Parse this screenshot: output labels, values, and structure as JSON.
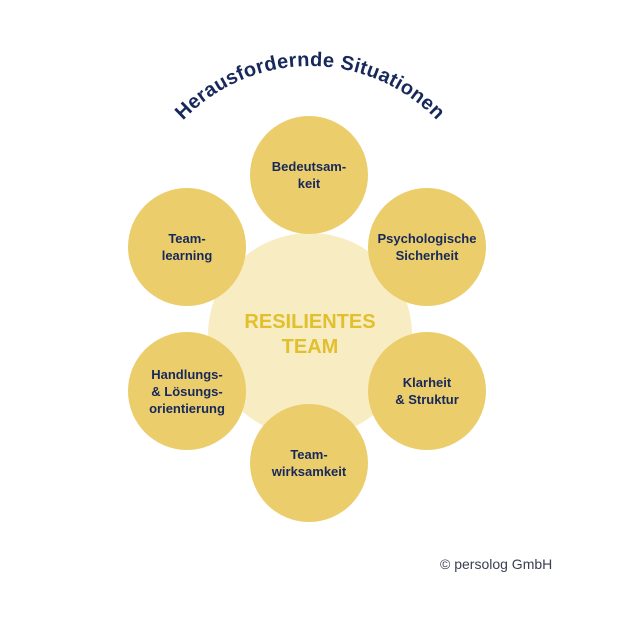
{
  "title": "Herausfordernde Situationen",
  "center": {
    "line1": "RESILIENTES",
    "line2": "TEAM"
  },
  "factors": [
    {
      "line1": "Bedeutsam-",
      "line2": "keit",
      "line3": ""
    },
    {
      "line1": "Psychologische",
      "line2": "Sicherheit",
      "line3": ""
    },
    {
      "line1": "Klarheit",
      "line2": "& Struktur",
      "line3": ""
    },
    {
      "line1": "Team-",
      "line2": "wirksamkeit",
      "line3": ""
    },
    {
      "line1": "Handlungs-",
      "line2": "& Lösungs-",
      "line3": "orientierung"
    },
    {
      "line1": "Team-",
      "line2": "learning",
      "line3": ""
    }
  ],
  "copyright": "© persolog GmbH",
  "colors": {
    "petal": "#ebcd6b",
    "core": "#f8ecc2",
    "core_text": "#e2bf2c",
    "navy_text": "#17285a"
  }
}
